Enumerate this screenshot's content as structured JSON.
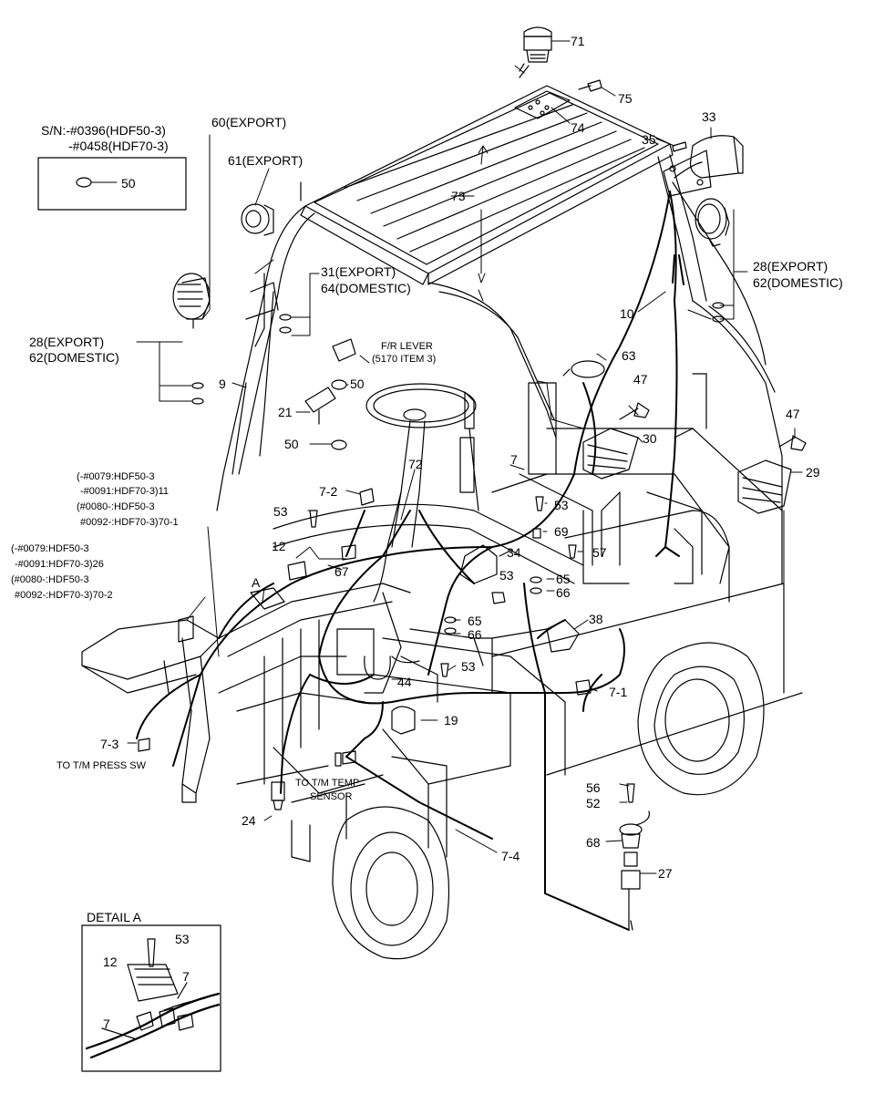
{
  "callouts": {
    "c71": "71",
    "c75": "75",
    "c74": "74",
    "c33": "33",
    "c35": "35",
    "c60": "60(EXPORT)",
    "c61": "61(EXPORT)",
    "c50a": "50",
    "c73": "73",
    "c31": "31(EXPORT)",
    "c64": "64(DOMESTIC)",
    "c28a": "28(EXPORT)",
    "c62a": "62(DOMESTIC)",
    "c28b": "28(EXPORT)",
    "c62b": "62(DOMESTIC)",
    "c10": "10",
    "c9": "9",
    "c50b": "50",
    "c21": "21",
    "c50c": "50",
    "c63": "63",
    "c47a": "47",
    "c47b": "47",
    "c30": "30",
    "c29": "29",
    "c7": "7",
    "c72": "72",
    "c72b": "7-2",
    "c53a": "53",
    "c53b": "53",
    "c53c": "53",
    "c53d": "53",
    "c69": "69",
    "c57": "57",
    "c34": "34",
    "c65a": "65",
    "c66a": "66",
    "c65b": "65",
    "c66b": "66",
    "c12": "12",
    "c67": "67",
    "cA": "A",
    "c38": "38",
    "c44": "44",
    "c19": "19",
    "c71b": "7-1",
    "c73b": "7-3",
    "c74b": "7-4",
    "c24": "24",
    "c56": "56",
    "c52": "52",
    "c68": "68",
    "c27": "27"
  },
  "notes": {
    "sn_title": "S/N:-#0396(HDF50-3)",
    "sn_sub": "-#0458(HDF70-3)",
    "fr_lever_1": "F/R LEVER",
    "fr_lever_2": "(5170 ITEM 3)",
    "n11_1": "(-#0079:HDF50-3",
    "n11_2": "-#0091:HDF70-3)11",
    "n11_3": "(#0080-:HDF50-3",
    "n11_4": "#0092-:HDF70-3)70-1",
    "n26_1": "(-#0079:HDF50-3",
    "n26_2": "-#0091:HDF70-3)26",
    "n26_3": "(#0080-:HDF50-3",
    "n26_4": "#0092-:HDF70-3)70-2",
    "tm_press": "TO T/M PRESS SW",
    "tm_temp_1": "TO T/M TEMP",
    "tm_temp_2": "SENSOR",
    "detail_a": "DETAIL A",
    "da_53": "53",
    "da_12": "12",
    "da_7a": "7",
    "da_7b": "7"
  }
}
